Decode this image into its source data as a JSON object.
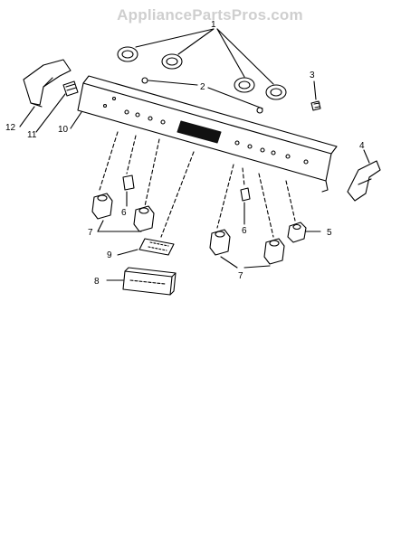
{
  "watermark": "AppliancePartsPros.com",
  "callouts": {
    "c1": "1",
    "c2": "2",
    "c3": "3",
    "c4": "4",
    "c5": "5",
    "c6a": "6",
    "c6b": "6",
    "c7a": "7",
    "c7b": "7",
    "c8": "8",
    "c9": "9",
    "c10": "10",
    "c11": "11",
    "c12": "12"
  },
  "colors": {
    "line": "#000000",
    "display": "#111111",
    "watermark": "#cfcfcf"
  }
}
